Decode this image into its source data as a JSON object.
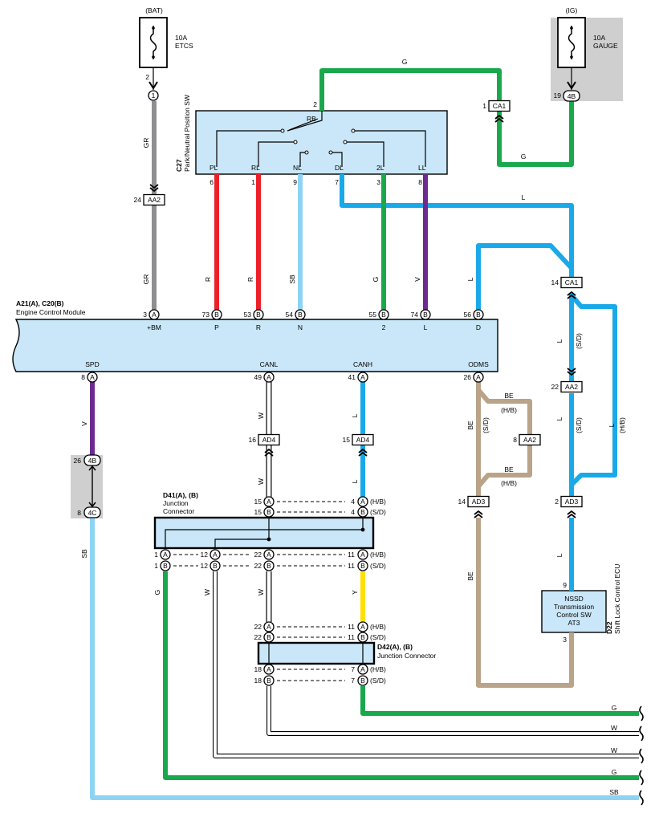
{
  "colors": {
    "G": "#19a84c",
    "L": "#1aa9e8",
    "R": "#ec2029",
    "SB": "#8ed3f4",
    "V": "#6f2a8f",
    "GR": "#8f8f93",
    "BE": "#b9a389",
    "Y": "#ffe000",
    "W": "#ffffff",
    "box_fill": "#c9e7f8",
    "shade": "#cfcfd0"
  },
  "power": {
    "bat": {
      "source": "(BAT)",
      "fuse_amp": "10A",
      "fuse_name": "ETCS",
      "pin": "2",
      "connector": "1"
    },
    "ig": {
      "source": "(IG)",
      "fuse_amp": "10A",
      "fuse_name": "GAUGE",
      "pin": "19",
      "connector": "4B"
    }
  },
  "switch_c27": {
    "code": "C27",
    "name": "Park/Neutral Position SW",
    "top_pin": "2",
    "contact_label": "RB",
    "terminals": [
      {
        "label": "PL",
        "pin": "6"
      },
      {
        "label": "RL",
        "pin": "1"
      },
      {
        "label": "NL",
        "pin": "9"
      },
      {
        "label": "DL",
        "pin": "7"
      },
      {
        "label": "2L",
        "pin": "3"
      },
      {
        "label": "LL",
        "pin": "8"
      }
    ]
  },
  "ecm": {
    "code": "A21(A), C20(B)",
    "name": "Engine Control Module",
    "top_pins": [
      {
        "num": "3",
        "conn": "A",
        "label": "+BM"
      },
      {
        "num": "73",
        "conn": "B",
        "label": "P"
      },
      {
        "num": "53",
        "conn": "B",
        "label": "R"
      },
      {
        "num": "54",
        "conn": "B",
        "label": "N"
      },
      {
        "num": "55",
        "conn": "B",
        "label": "2"
      },
      {
        "num": "74",
        "conn": "B",
        "label": "L"
      },
      {
        "num": "56",
        "conn": "B",
        "label": "D"
      }
    ],
    "bottom_pins": [
      {
        "num": "8",
        "conn": "A",
        "label": "SPD"
      },
      {
        "num": "49",
        "conn": "A",
        "label": "CANL"
      },
      {
        "num": "41",
        "conn": "A",
        "label": "CANH"
      },
      {
        "num": "26",
        "conn": "A",
        "label": "ODMS"
      }
    ]
  },
  "connectors": {
    "aa2_gr": {
      "pin": "24",
      "name": "AA2"
    },
    "ca1_g": {
      "pin": "1",
      "name": "CA1"
    },
    "ca1_l": {
      "pin": "14",
      "name": "CA1"
    },
    "aa2_l": {
      "pin": "22",
      "name": "AA2"
    },
    "ad3_l": {
      "pin": "2",
      "name": "AD3"
    },
    "ad3_be": {
      "pin": "14",
      "name": "AD3"
    },
    "aa2_be": {
      "pin": "8",
      "name": "AA2"
    },
    "ad4_w": {
      "pin": "16",
      "name": "AD4"
    },
    "ad4_l": {
      "pin": "15",
      "name": "AD4"
    },
    "j4b": {
      "pin": "26",
      "name": "4B"
    },
    "j4c": {
      "pin": "8",
      "name": "4C"
    }
  },
  "wire_labels": {
    "gr": "GR",
    "g": "G",
    "l": "L",
    "r": "R",
    "sb": "SB",
    "v": "V",
    "w": "W",
    "y": "Y",
    "be": "BE",
    "sd": "(S/D)",
    "hb": "(H/B)"
  },
  "junction_d41": {
    "code": "D41(A), (B)",
    "name": "Junction",
    "name2": "Connector",
    "rows": [
      {
        "l_num": "15",
        "l_conn": "A",
        "r_num": "4",
        "r_conn": "A",
        "tag": "(H/B)"
      },
      {
        "l_num": "15",
        "l_conn": "B",
        "r_num": "4",
        "r_conn": "B",
        "tag": "(S/D)"
      }
    ],
    "bottom_rows": [
      {
        "a_num": "1",
        "a_conn": "A",
        "b_num": "12",
        "b_conn": "A",
        "c_num": "22",
        "c_conn": "A",
        "d_num": "11",
        "d_conn": "A",
        "tag": "(H/B)"
      },
      {
        "a_num": "1",
        "a_conn": "B",
        "b_num": "12",
        "b_conn": "B",
        "c_num": "22",
        "c_conn": "B",
        "d_num": "11",
        "d_conn": "B",
        "tag": "(S/D)"
      }
    ]
  },
  "junction_d42": {
    "code": "D42(A), (B)",
    "name": "Junction Connector",
    "top_rows": [
      {
        "l_num": "22",
        "l_conn": "A",
        "r_num": "11",
        "r_conn": "A",
        "tag": "(H/B)"
      },
      {
        "l_num": "22",
        "l_conn": "B",
        "r_num": "11",
        "r_conn": "B",
        "tag": "(S/D)"
      }
    ],
    "bottom_rows": [
      {
        "l_num": "18",
        "l_conn": "A",
        "r_num": "7",
        "r_conn": "A",
        "tag": "(H/B)"
      },
      {
        "l_num": "18",
        "l_conn": "B",
        "r_num": "7",
        "r_conn": "B",
        "tag": "(S/D)"
      }
    ]
  },
  "ecu_d22": {
    "code": "D22",
    "name": "Shift Lock Control ECU",
    "lines": [
      "NSSD",
      "Transmission",
      "Control SW",
      "AT3"
    ],
    "top_pin": "9",
    "bottom_pin": "3"
  },
  "exits": [
    "G",
    "W",
    "W",
    "G",
    "SB"
  ]
}
